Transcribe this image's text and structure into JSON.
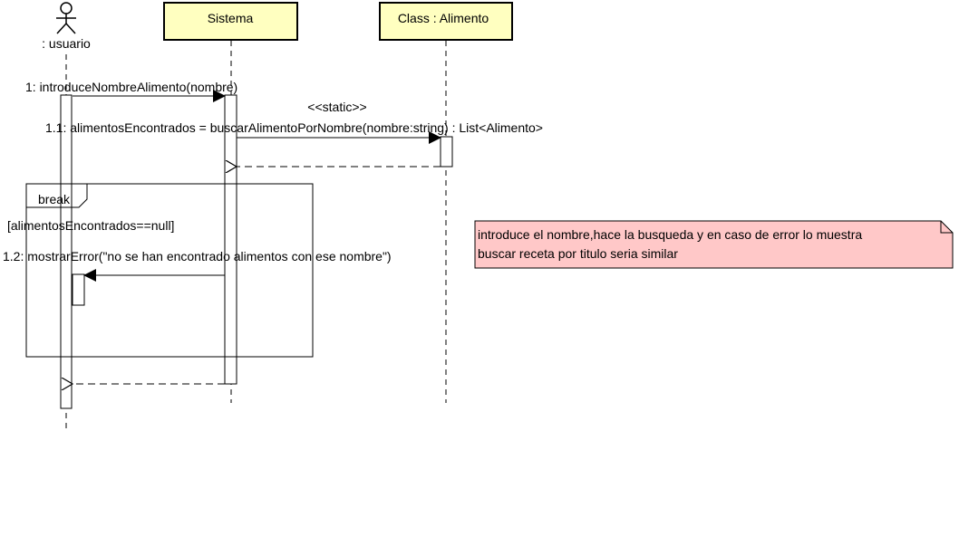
{
  "participants": [
    {
      "name": ": usuario",
      "kind": "actor"
    },
    {
      "name": "Sistema",
      "kind": "object"
    },
    {
      "name": "Class : Alimento",
      "kind": "object"
    }
  ],
  "messages": [
    {
      "label": "1: introduceNombreAlimento(nombre)",
      "kind": "sync"
    },
    {
      "stereotype": "<<static>>",
      "label": "1.1: alimentosEncontrados = buscarAlimentoPorNombre(nombre:string) : List<Alimento>",
      "kind": "sync"
    },
    {
      "label": "",
      "kind": "return"
    },
    {
      "label": "1.2: mostrarError(\"no se han encontrado alimentos con ese nombre\")",
      "kind": "sync"
    },
    {
      "label": "",
      "kind": "return"
    }
  ],
  "fragment": {
    "operator": "break",
    "guard": "[alimentosEncontrados==null]"
  },
  "note": {
    "lines": [
      "introduce el nombre,hace la busqueda y en caso de error lo muestra",
      "buscar receta por titulo seria similar"
    ]
  },
  "colors": {
    "participant_fill": "#FFFFC0",
    "note_fill": "#FFC8C8",
    "line": "#000000"
  }
}
